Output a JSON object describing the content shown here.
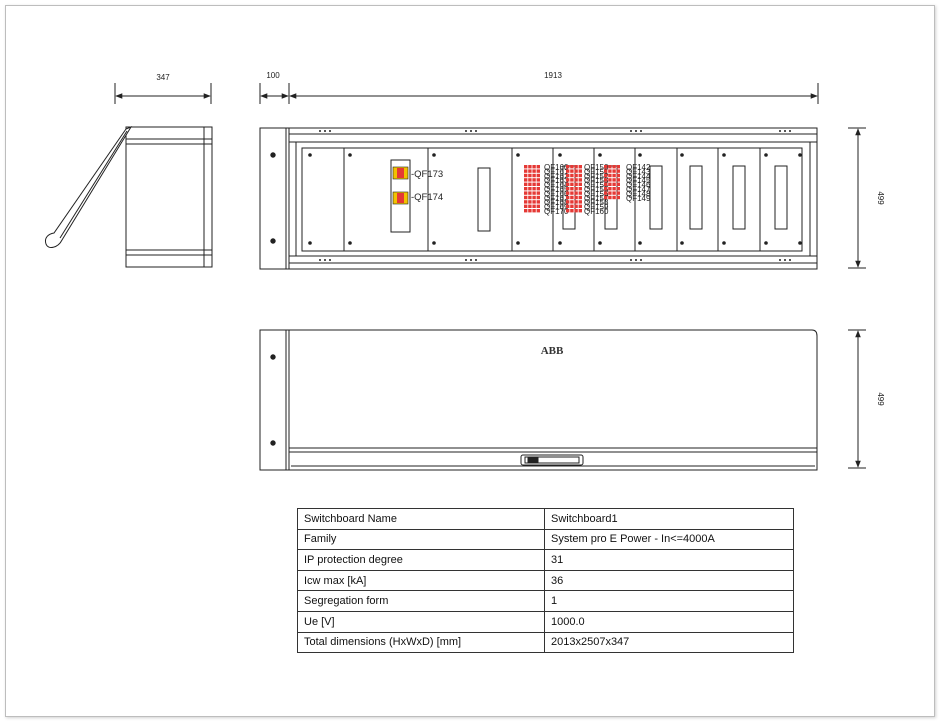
{
  "dimensions": {
    "side_depth": "347",
    "panel_extension": "100",
    "total_width": "1913",
    "front_height": "499",
    "closed_height": "499"
  },
  "breakers": {
    "labels": [
      "-QF173",
      "-QF174"
    ],
    "group_a": [
      "QF160",
      "QF161",
      "QF162",
      "QF163",
      "QF164",
      "QF165",
      "QF166",
      "QF167",
      "QF168",
      "QF169",
      "QF170"
    ],
    "group_b": [
      "QF150",
      "QF151",
      "QF152",
      "QF153",
      "QF154",
      "QF155",
      "QF156",
      "QF157",
      "QF158",
      "QF159",
      "QF160"
    ],
    "group_c": [
      "QF142",
      "QF143",
      "QF144",
      "QF145",
      "QF146",
      "QF147",
      "QF148",
      "QF149"
    ]
  },
  "logo": "ABB",
  "spec_table": [
    {
      "key": "Switchboard Name",
      "value": "Switchboard1"
    },
    {
      "key": "Family",
      "value": "System pro E Power - In<=4000A"
    },
    {
      "key": "IP protection degree",
      "value": "31"
    },
    {
      "key": "Icw max [kA]",
      "value": "36"
    },
    {
      "key": "Segregation form",
      "value": "1"
    },
    {
      "key": "Ue [V]",
      "value": "1000.0"
    },
    {
      "key": "Total dimensions (HxWxD) [mm]",
      "value": "2013x2507x347"
    }
  ],
  "colors": {
    "line": "#222222",
    "breaker_red": "#e53935",
    "breaker_yellow": "#f2c200"
  }
}
